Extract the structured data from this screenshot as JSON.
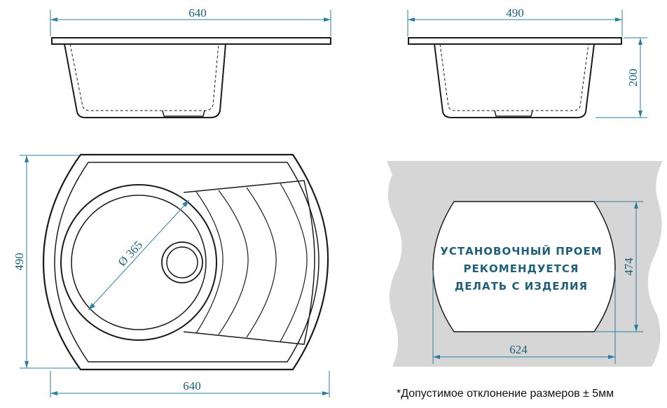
{
  "colors": {
    "dimension": "#2a7fa0",
    "dimension_text": "#1f5f78",
    "outline": "#1a1a1a",
    "countertop": "#d6d6d6"
  },
  "side_view_front": {
    "width_label": "640"
  },
  "side_view_side": {
    "width_label": "490",
    "height_label": "200"
  },
  "top_view": {
    "height_label": "490",
    "width_label": "640",
    "bowl_diameter_label": "Ø 365"
  },
  "cutout": {
    "text_lines": [
      "УСТАНОВОЧНЫЙ ПРОЕМ",
      "РЕКОМЕНДУЕТСЯ",
      "ДЕЛАТЬ С ИЗДЕЛИЯ"
    ],
    "height_label": "474",
    "width_label": "624"
  },
  "footnote": "*Допустимое отклонение размеров ± 5мм"
}
